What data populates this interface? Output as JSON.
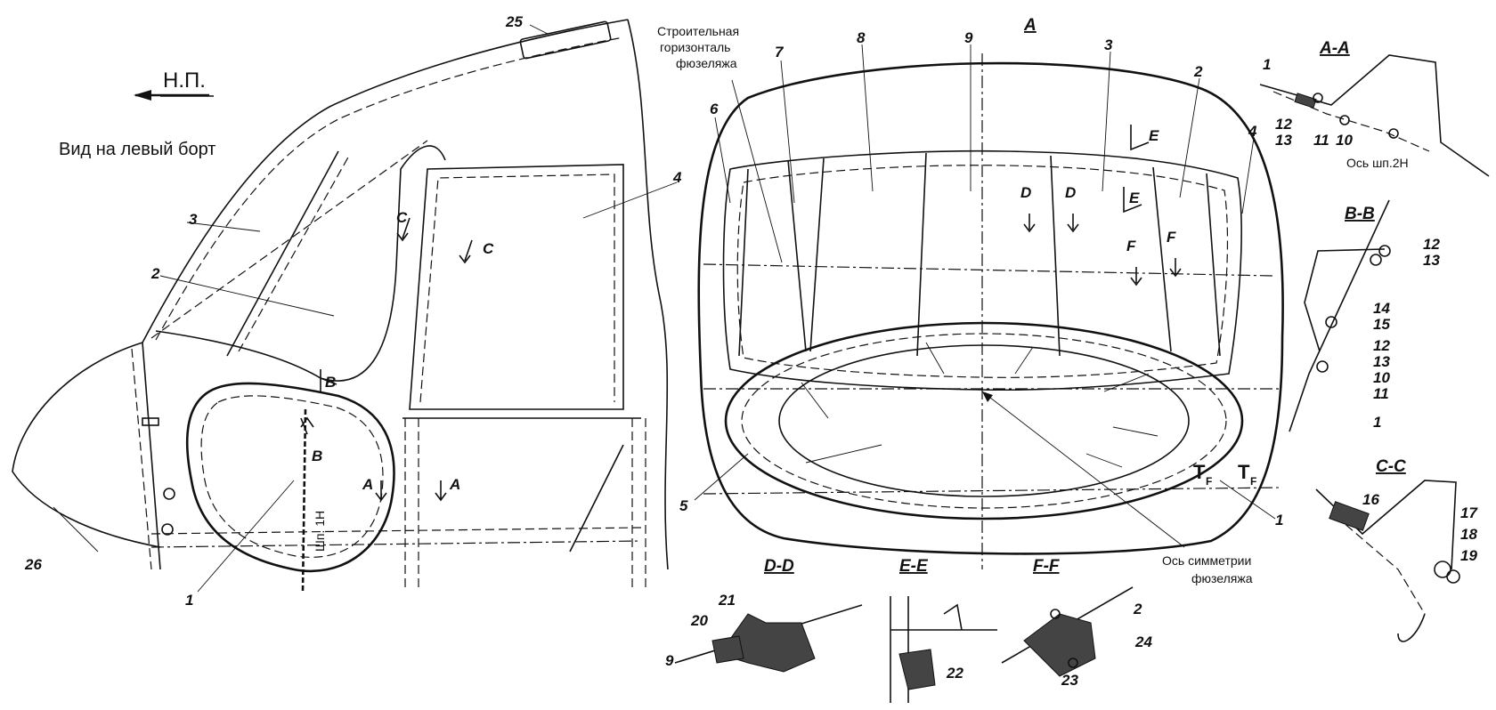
{
  "header": {
    "direction_label": "Н.П.",
    "view_label": "Вид на левый борт",
    "main_view_label": "А"
  },
  "side_view_numbers": [
    "25",
    "3",
    "2",
    "4",
    "26",
    "1"
  ],
  "side_view_section_marks": [
    "C",
    "C",
    "B",
    "B",
    "A",
    "A"
  ],
  "side_view_frame_label": "Шп. 1Н",
  "front_view": {
    "annotation_horizontal": [
      "Строительная",
      "горизонталь",
      "фюзеляжа"
    ],
    "annotation_symmetry": [
      "Ось симметрии",
      "фюзеляжа"
    ],
    "numbers": [
      "6",
      "7",
      "8",
      "9",
      "3",
      "2",
      "4",
      "5",
      "1"
    ],
    "section_marks": [
      "D",
      "D",
      "E",
      "E",
      "F",
      "F"
    ],
    "t_marks": [
      "T",
      "F",
      "T",
      "F"
    ]
  },
  "sections": {
    "aa": {
      "title": "А-А",
      "numbers": [
        "1",
        "12",
        "13",
        "11",
        "10"
      ],
      "note": "Ось шп.2Н"
    },
    "bb": {
      "title": "В-В",
      "numbers": [
        "12",
        "13",
        "14",
        "15",
        "12",
        "13",
        "10",
        "11",
        "1"
      ]
    },
    "cc": {
      "title": "С-С",
      "numbers": [
        "16",
        "17",
        "18",
        "19"
      ]
    },
    "dd": {
      "title": "D-D",
      "numbers": [
        "21",
        "20",
        "9"
      ]
    },
    "ee": {
      "title": "E-E",
      "numbers": [
        "22"
      ]
    },
    "ff": {
      "title": "F-F",
      "numbers": [
        "2",
        "24",
        "23"
      ]
    }
  }
}
